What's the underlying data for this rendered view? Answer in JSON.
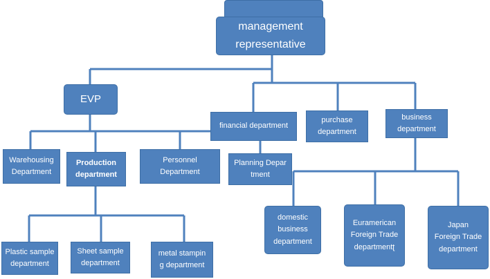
{
  "nodes": {
    "management_rep": "management representative",
    "evp": "EVP",
    "financial": "financial department",
    "purchase": "purchase department",
    "business": "business department",
    "warehousing": "Warehousing Department",
    "production": "Production department",
    "personnel": "Personnel Department",
    "planning": "Planning Depar tment",
    "plastic": "Plastic sample department",
    "sheet": "Sheet sample department",
    "metal": "metal stampin g department",
    "domestic": "domestic business department",
    "euramerican": "Euramerican Foreign Trade departmentʈ",
    "japan": "Japan Foreign Trade department"
  },
  "colors": {
    "box_fill": "#4f81bd",
    "text": "#ffffff",
    "connector": "#4f81bd"
  }
}
